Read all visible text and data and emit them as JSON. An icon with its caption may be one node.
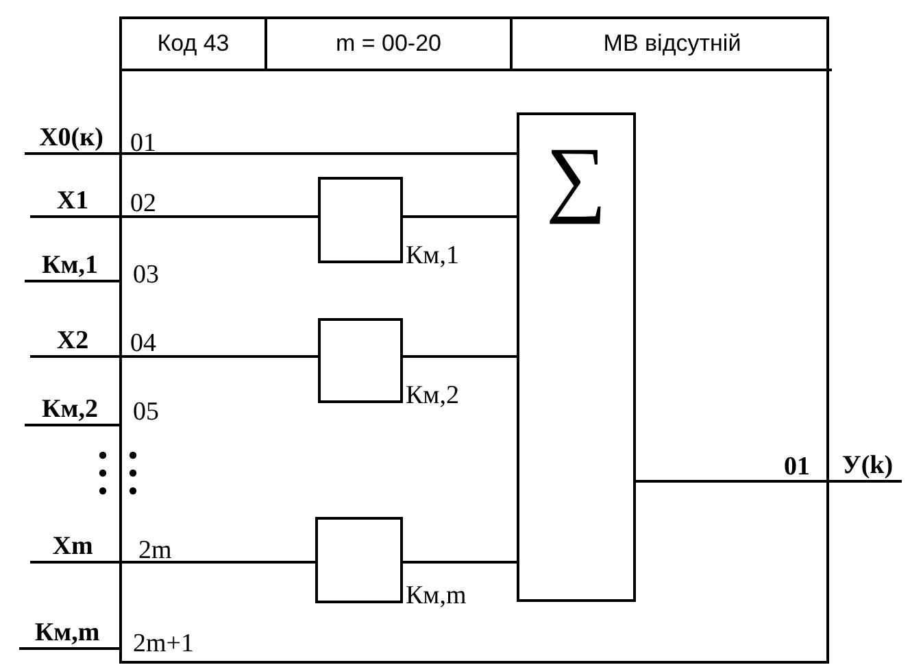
{
  "diagram": {
    "nodes": [
      {
        "text": [
          "Код 43",
          "m = 00-20",
          "МВ відсутній"
        ]
      },
      {
        "text": [
          "X0(к)"
        ]
      },
      {
        "text": [
          "X1"
        ]
      },
      {
        "text": [
          "Км,1"
        ]
      },
      {
        "text": [
          "X2"
        ]
      },
      {
        "text": [
          "Км,2"
        ]
      },
      {
        "text": [
          "Xm"
        ]
      },
      {
        "text": [
          "Км,m"
        ]
      },
      {
        "text": [],
        "shape": "box",
        "in": 0,
        "beside": [
          "Км,1"
        ]
      },
      {
        "text": [],
        "shape": "box",
        "in": 0,
        "beside": [
          "Км,2"
        ]
      },
      {
        "text": [],
        "shape": "box",
        "in": 0,
        "beside": [
          "Км,m"
        ]
      },
      {
        "text": [
          "∑"
        ],
        "in": 0
      },
      {
        "text": [
          "У(k)"
        ]
      }
    ],
    "edges": [
      {
        "from": 1,
        "to": 11,
        "arrow": "none"
      },
      {
        "from": 2,
        "to": 8,
        "arrow": "none"
      },
      {
        "from": 3,
        "to": 0,
        "arrow": "none"
      },
      {
        "from": 4,
        "to": 9,
        "arrow": "none"
      },
      {
        "from": 5,
        "to": 0,
        "arrow": "none"
      },
      {
        "from": 6,
        "to": 10,
        "arrow": "none"
      },
      {
        "from": 7,
        "to": 0,
        "arrow": "none"
      },
      {
        "from": 8,
        "to": 11,
        "arrow": "none"
      },
      {
        "from": 9,
        "to": 11,
        "arrow": "none"
      },
      {
        "from": 10,
        "to": 11,
        "arrow": "none"
      },
      {
        "from": 11,
        "to": 12,
        "arrow": "none"
      }
    ],
    "labels": [
      "01",
      "02",
      "03",
      "04",
      "05",
      "2m",
      "2m+1",
      "01"
    ]
  }
}
